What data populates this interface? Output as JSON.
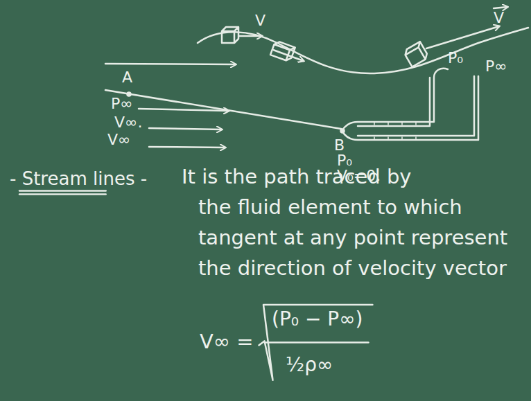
{
  "diagram": {
    "labels": [
      "V",
      "V",
      "P₀",
      "P∞",
      "A",
      "P∞",
      "V∞.",
      "V∞",
      "B",
      "P₀",
      "V₀=0.",
      "- Stream lines -",
      "It is the path traced by",
      "the fluid element to which",
      "tangent at any point represent",
      "the direction of velocity vector",
      "V∞ =",
      "(P₀ − P∞)",
      "½ρ∞"
    ]
  }
}
